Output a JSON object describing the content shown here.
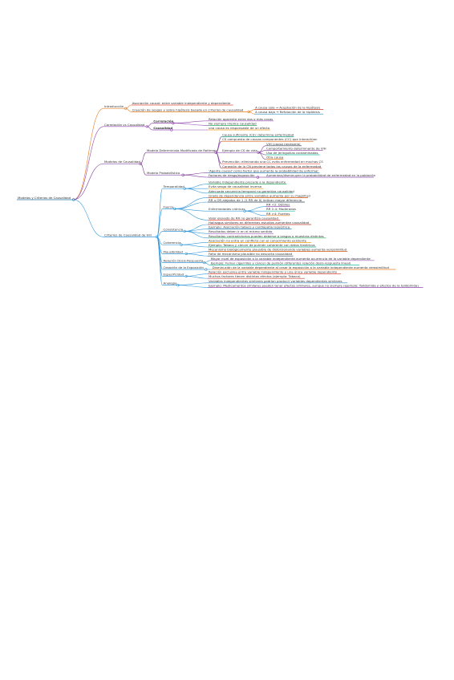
{
  "mindmap": {
    "root": {
      "label": "Modelos y Criterios de Causalidad",
      "children": [
        {
          "label": "Introducción",
          "color": "#e67e22",
          "children": [
            {
              "label": "Asociación causal: entre variable independiente y dependiente"
            },
            {
              "label": "Creación de sesgos y sobre hipótesis basada en criterios de causalidad",
              "children": [
                {
                  "label": "A causa sola → Aceptación de la hipótesis"
                },
                {
                  "label": "A causa baja → Refutación de la hipótesis"
                }
              ]
            }
          ]
        },
        {
          "label": "Correlación vs Causalidad",
          "color": "#8e44ad",
          "children": [
            {
              "label": "Correlación",
              "bold": true,
              "children": [
                {
                  "label": "Relación aparente entre dos o más cosas"
                },
                {
                  "label": "No siempre implica causalidad"
                }
              ]
            },
            {
              "label": "Causalidad",
              "bold": true,
              "children": [
                {
                  "label": "una causa es responsable de un efecto"
                }
              ]
            }
          ]
        },
        {
          "label": "Modelos de Causalidad",
          "color": "#7d3c98",
          "children": [
            {
              "label": "Modelo Determinista Modificado de Rothman",
              "children": [
                {
                  "label": "Causa suficiente (CS): determina enfermedad"
                },
                {
                  "label": "CS compuesta de causas componentes (CC) que interactúan"
                },
                {
                  "label": "Ejemplo de CS de vida",
                  "children": [
                    {
                      "label": "VIH (causa necesaria)"
                    },
                    {
                      "label": "Comportamiento determinante de VIH"
                    },
                    {
                      "label": "Uso de jeringuillas contaminadas"
                    },
                    {
                      "label": "Otra causa"
                    }
                  ]
                },
                {
                  "label": "Prevención: eliminando una CC evita enfermedad en muchas CS"
                },
                {
                  "label": "Conexión de la CN previene todas las causas de la enfermedad"
                }
              ]
            },
            {
              "label": "Modelo Probabilístico",
              "children": [
                {
                  "label": "'Agente causal' como factor que aumenta la probabilidad de enfermar"
                },
                {
                  "label": "Factores de riesgo/exposición",
                  "children": [
                    {
                      "label": "Aumentan/disminuyen la probabilidad de enfermedad en la población"
                    }
                  ]
                }
              ]
            }
          ]
        },
        {
          "label": "Criterios de Causalidad de Hill",
          "color": "#3498db",
          "children": [
            {
              "label": "Temporalidad",
              "children": [
                {
                  "label": "Variable independiente precede a la dependiente"
                },
                {
                  "label": "Evita sesgo de causalidad inversa"
                },
                {
                  "label": "Adecuada secuencia temporal no garantiza causalidad"
                }
              ]
            },
            {
              "label": "Fuerza",
              "children": [
                {
                  "label": "Grado de dependencia entre variables aumenta por su magnitud"
                },
                {
                  "label": "RR u OR alejados de 1 (1 RR de 0) indican mayor diferencia"
                },
                {
                  "label": "Enfermedades crónicas",
                  "children": [
                    {
                      "label": "RR <2: Débiles"
                    },
                    {
                      "label": "RR 2-4: Moderados"
                    },
                    {
                      "label": "RR >4: Fuertes"
                    }
                  ]
                },
                {
                  "label": "Valor elevado de RR no garantiza causalidad"
                }
              ]
            },
            {
              "label": "Consistencia",
              "children": [
                {
                  "label": "Hallazgos similares en diferentes estudios aumentan causalidad"
                },
                {
                  "label": "Ejemplo: Asociación tabaco y cardiopatía isquémica"
                },
                {
                  "label": "Resultados deben ir en el mismo sentido"
                },
                {
                  "label": "Resultados contradictorios pueden deberse a sesgos o muestras distintas"
                }
              ]
            },
            {
              "label": "Coherencia",
              "children": [
                {
                  "label": "Asociación no entra en conflicto con el conocimiento existente"
                },
                {
                  "label": "Ejemplo: Tabaco y cáncer de pulmón coherente con datos históricos"
                }
              ]
            },
            {
              "label": "Plausibilidad",
              "children": [
                {
                  "label": "Mecanismo biológicamente plausible de distorsionando variables aumenta verosimilitud"
                },
                {
                  "label": "Falta de mecanismo plausible no descarta causalidad"
                }
              ]
            },
            {
              "label": "Relación Dosis-Respuesta",
              "children": [
                {
                  "label": "Mayor nivel de exposición a la variable independiente aumenta ocurrencia de la variable dependiente"
                },
                {
                  "label": "Ejemplo: Fumar cigarrillos y cáncer de pulmón (diferentes relación dosis-respuesta lineal)"
                }
              ]
            },
            {
              "label": "Cesación de la Exposición",
              "children": [
                {
                  "label": "Disminución de la variable dependiente al cesar la exposición a la variable independiente aumenta verosimilitud"
                }
              ]
            },
            {
              "label": "Especificidad",
              "children": [
                {
                  "label": "Relación exclusiva entre variable independiente y una única variable dependiente"
                },
                {
                  "label": "Muchos factores tienen distintos efectos (ejemplo: Tabaco)"
                }
              ]
            },
            {
              "label": "Analogía",
              "children": [
                {
                  "label": "Variables independientes similares podrían producir variables dependientes similares"
                },
                {
                  "label": "Ejemplo: Medicamentos similares pueden tener efectos similares, aunque no siempre (ejemplo: Talidomida y efectos de la talidomida)"
                }
              ]
            }
          ]
        }
      ]
    }
  }
}
